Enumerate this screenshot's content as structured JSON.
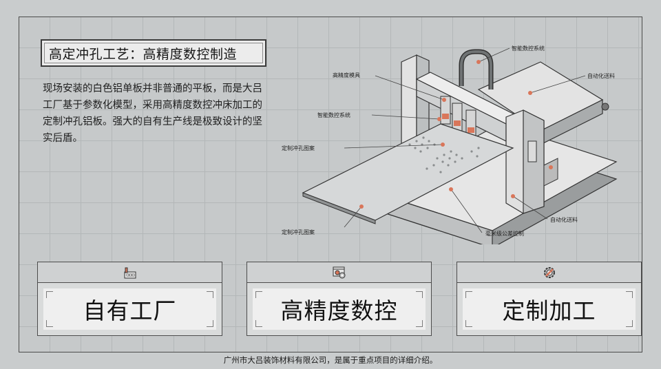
{
  "title": "高定冲孔工艺：高精度数控制造",
  "description": "现场安装的白色铝单板并非普通的平板，而是大吕工厂基于参数化模型，采用高精度数控冲床加工的定制冲孔铝板。强大的自有生产线是极致设计的坚实后盾。",
  "callouts": {
    "smart_system_top": "智能数控系统",
    "precision_mold": "高精度模具",
    "auto_feed_top": "自动化送料",
    "smart_system_left": "智能数控系统",
    "custom_pattern_top": "定制冲孔图案",
    "custom_pattern_bottom": "定制冲孔图案",
    "auto_feed_bottom": "自动化送料",
    "tolerance_control": "毫米级公差控制"
  },
  "cards": [
    {
      "label": "自有工厂",
      "icon": "factory-icon"
    },
    {
      "label": "高精度数控",
      "icon": "cnc-screen-gear-icon"
    },
    {
      "label": "定制加工",
      "icon": "wrench-gear-icon"
    }
  ],
  "footer": "广州市大吕装饰材料有限公司，是属于重点项目的详细介绍。",
  "colors": {
    "accent_dot": "#d9765a",
    "frame": "#4a4a4a",
    "background": "#c9cccd"
  }
}
